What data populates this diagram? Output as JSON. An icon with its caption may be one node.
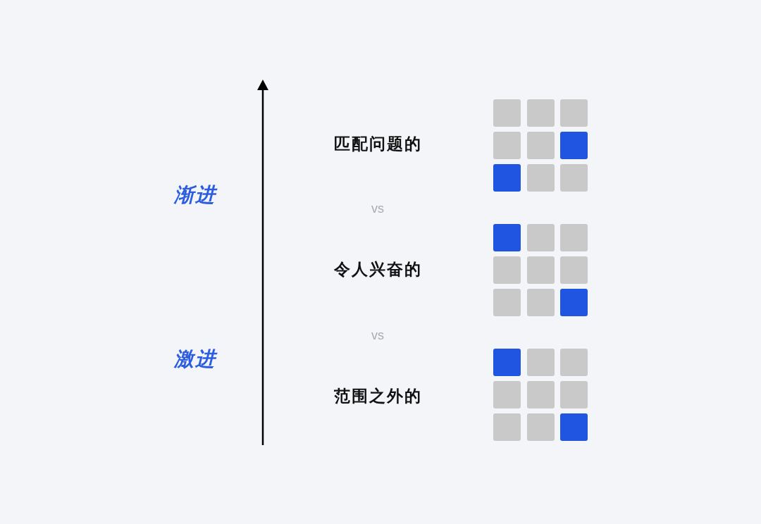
{
  "diagram": {
    "labels": [
      "匹配问题的",
      "渐进",
      "vs",
      "令人兴奋的",
      "vs",
      "激进",
      "范围之外的"
    ]
  }
}
